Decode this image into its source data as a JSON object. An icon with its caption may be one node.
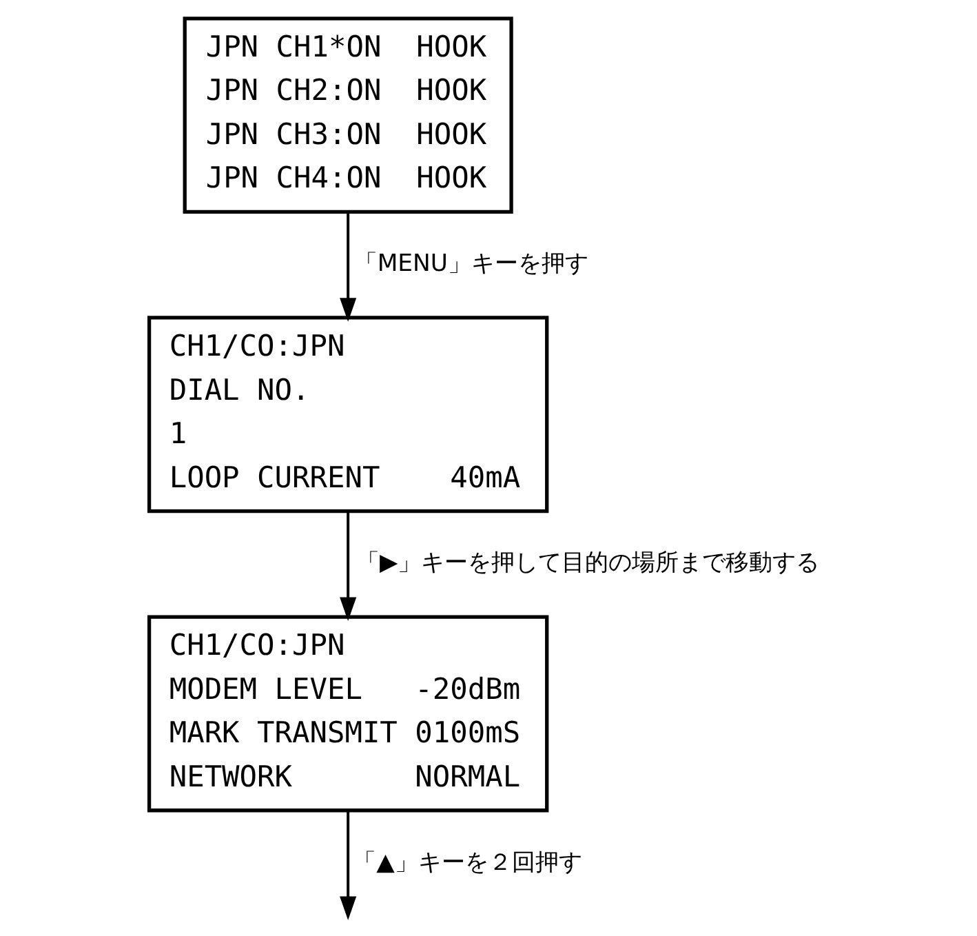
{
  "diagram": {
    "nodes": [
      {
        "text": [
          "JPN CH1*ON  HOOK",
          "JPN CH2:ON  HOOK",
          "JPN CH3:ON  HOOK",
          "JPN CH4:ON  HOOK"
        ]
      },
      {
        "text": [
          "CH1/CO:JPN",
          "DIAL NO.",
          "1",
          "LOOP CURRENT    40mA"
        ]
      },
      {
        "text": [
          "CH1/CO:JPN",
          "MODEM LEVEL   -20dBm",
          "MARK TRANSMIT 0100mS",
          "NETWORK       NORMAL"
        ]
      }
    ],
    "edges": [
      {
        "from": 0,
        "to": 1,
        "arrow": "to",
        "label": "「MENU」キーを押す"
      },
      {
        "from": 1,
        "to": 2,
        "arrow": "to",
        "label": "「▶」キーを押して目的の場所まで移動する"
      },
      {
        "from": 2,
        "to": null,
        "arrow": "to",
        "label": "「▲」キーを２回押す"
      }
    ]
  }
}
